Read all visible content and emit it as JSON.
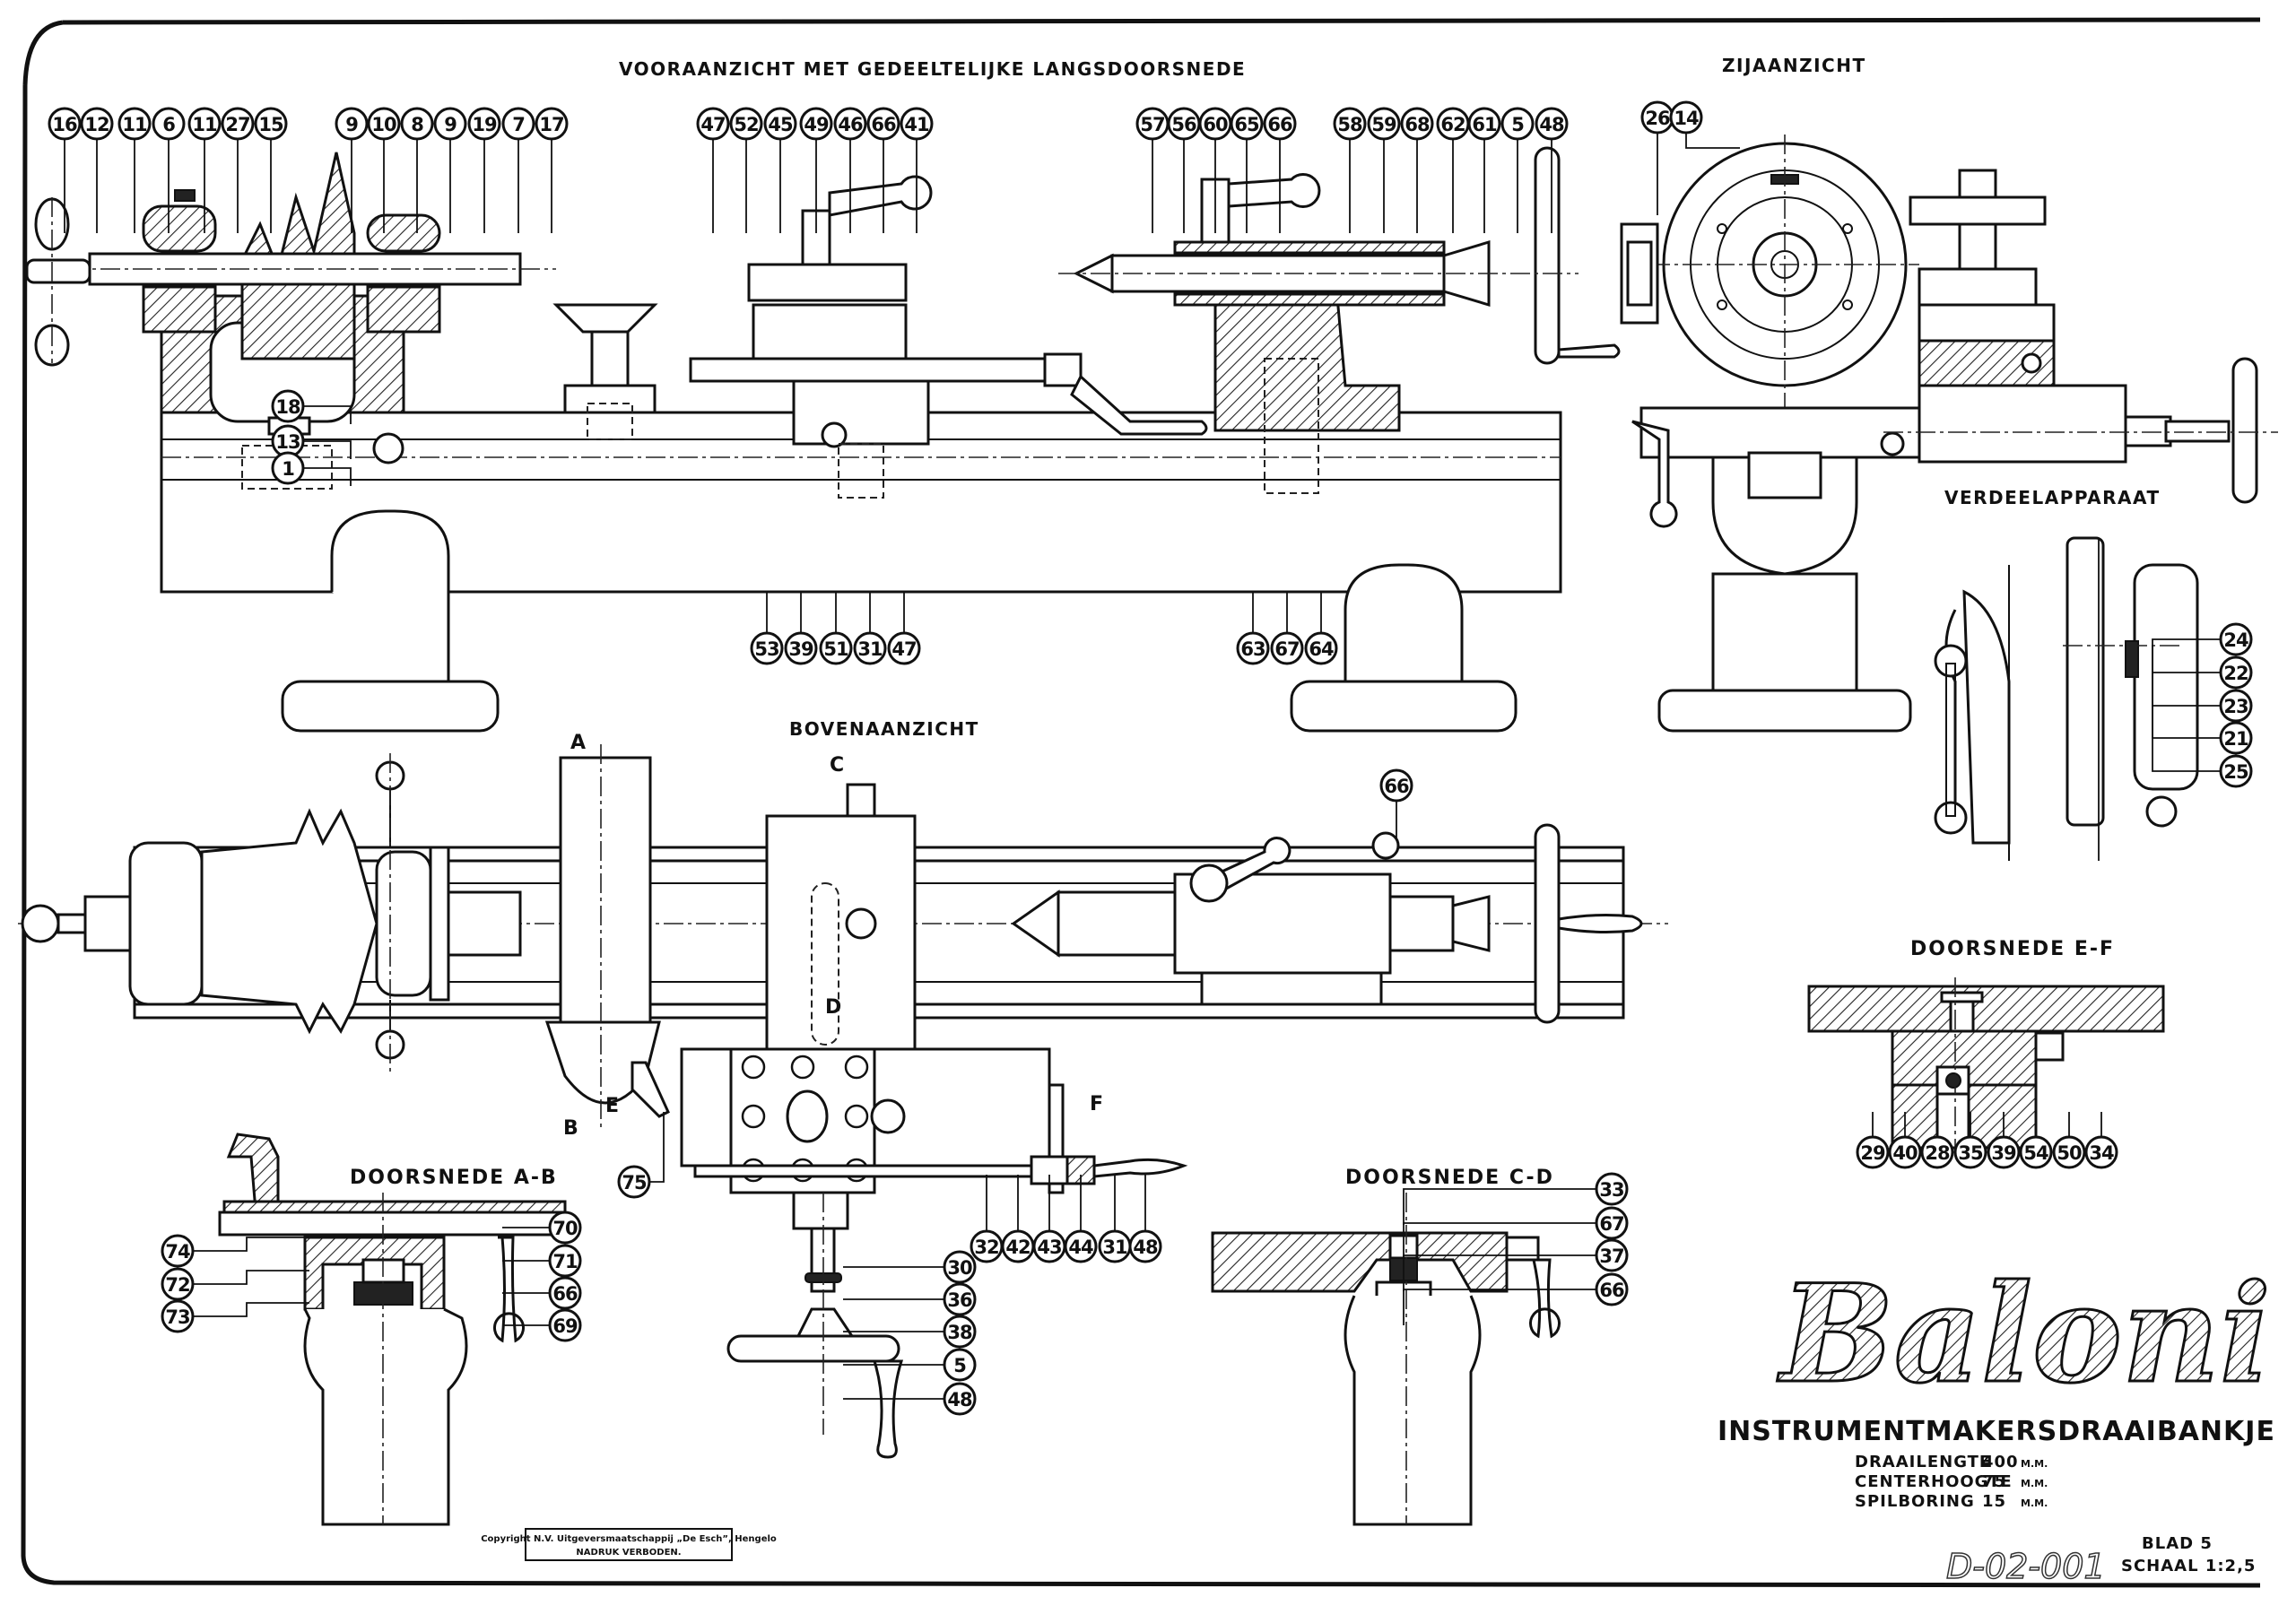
{
  "drawing": {
    "brand": "Baloni",
    "product_title": "INSTRUMENTMAKERSDRAAIBANKJE",
    "specs": [
      {
        "label": "DRAAILENGTE",
        "value": "400",
        "unit": "M.M."
      },
      {
        "label": "CENTERHOOGTE",
        "value": "75",
        "unit": "M.M."
      },
      {
        "label": "SPILBORING",
        "value": "15",
        "unit": "M.M."
      }
    ],
    "sheet": "BLAD 5",
    "scale": "SCHAAL 1:2,5",
    "drawing_number": "D-02-001",
    "copyright_line1": "Copyright N.V. Uitgeversmaatschappij „De Esch”, Hengelo",
    "copyright_line2": "NADRUK VERBODEN."
  },
  "views": {
    "front": {
      "title": "VOORAANZICHT  MET GEDEELTELIJKE  LANGSDOORSNEDE",
      "top_callouts": [
        "16",
        "12",
        "11",
        "6",
        "11",
        "27",
        "15",
        "9",
        "10",
        "8",
        "9",
        "19",
        "7",
        "17",
        "47",
        "52",
        "45",
        "49",
        "46",
        "66",
        "41",
        "57",
        "56",
        "60",
        "65",
        "66",
        "58",
        "59",
        "68",
        "62",
        "61",
        "5",
        "48"
      ],
      "left_callouts": [
        "18",
        "13",
        "1"
      ],
      "bottom_callouts": [
        "53",
        "39",
        "51",
        "31",
        "47",
        "63",
        "67",
        "64"
      ]
    },
    "side": {
      "title": "ZIJAANZICHT",
      "callouts": [
        "26",
        "14"
      ]
    },
    "indexing": {
      "title": "VERDEELAPPARAAT",
      "callouts": [
        "24",
        "22",
        "23",
        "21",
        "25"
      ]
    },
    "top": {
      "title": "BOVENAANZICHT",
      "section_marks": [
        "A",
        "B",
        "C",
        "D",
        "E",
        "F"
      ],
      "callouts": [
        "66",
        "75",
        "32",
        "42",
        "43",
        "44",
        "31",
        "48",
        "30",
        "36",
        "38",
        "5",
        "48"
      ]
    },
    "section_ab": {
      "title": "DOORSNEDE  A-B",
      "callouts": [
        "74",
        "72",
        "73",
        "70",
        "71",
        "66",
        "69"
      ]
    },
    "section_cd": {
      "title": "DOORSNEDE  C-D",
      "callouts": [
        "33",
        "67",
        "37",
        "66"
      ]
    },
    "section_ef": {
      "title": "DOORSNEDE  E-F",
      "callouts": [
        "29",
        "40",
        "28",
        "35",
        "39",
        "54",
        "50",
        "34"
      ]
    }
  }
}
